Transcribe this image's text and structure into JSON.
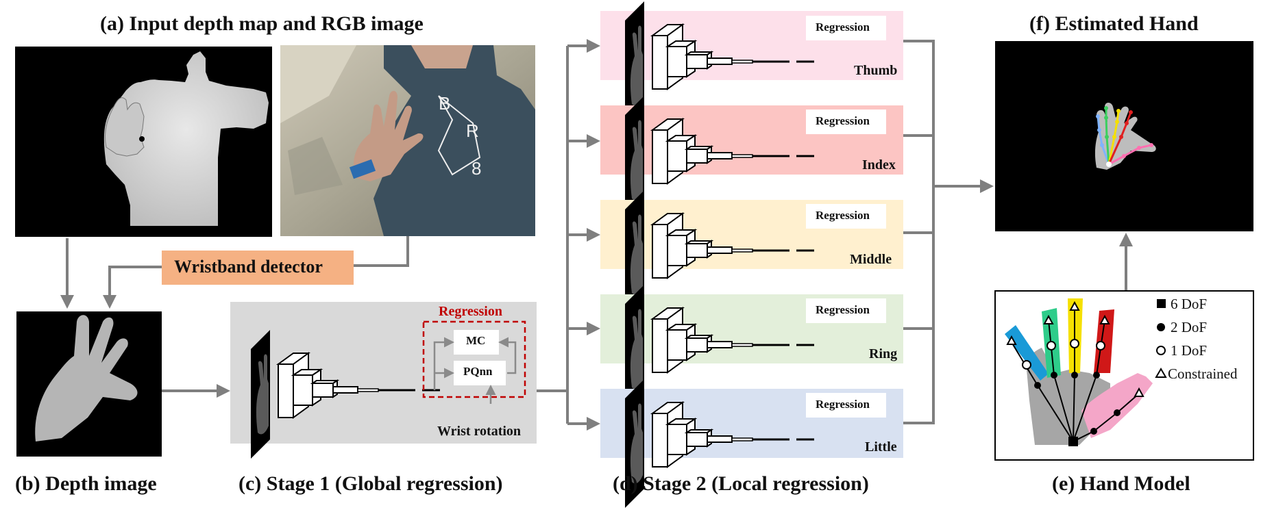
{
  "captions": {
    "a": "(a) Input depth map and RGB image",
    "b": "(b) Depth image",
    "c": "(c) Stage 1 (Global regression)",
    "d": "(d) Stage 2 (Local regression)",
    "e": "(e) Hand Model",
    "f": "(f) Estimated Hand"
  },
  "wristband_detector": "Wristband detector",
  "stage1": {
    "regression_title": "Regression",
    "mc": "MC",
    "pqnn": "PQnn",
    "output": "Wrist rotation"
  },
  "stage2": {
    "rows": [
      {
        "regression": "Regression",
        "finger": "Thumb",
        "color": "#fde0ea"
      },
      {
        "regression": "Regression",
        "finger": "Index",
        "color": "#fcc5c3"
      },
      {
        "regression": "Regression",
        "finger": "Middle",
        "color": "#fff0cf"
      },
      {
        "regression": "Regression",
        "finger": "Ring",
        "color": "#e3efda"
      },
      {
        "regression": "Regression",
        "finger": "Little",
        "color": "#d8e1f1"
      }
    ]
  },
  "hand_model_legend": [
    "6 DoF",
    "2 DoF",
    "1 DoF",
    "Constrained"
  ],
  "colors": {
    "arrow": "#7f7f7f",
    "wristband_box": "#f5b183",
    "stage1_bg": "#d9d9d9",
    "regression_red": "#c00000",
    "finger_blue": "#1a9ad7",
    "finger_green": "#2ecc8a",
    "finger_yellow": "#f5e000",
    "finger_red": "#d01818",
    "finger_pink": "#f4a6c8",
    "palm_gray": "#a6a6a6"
  }
}
